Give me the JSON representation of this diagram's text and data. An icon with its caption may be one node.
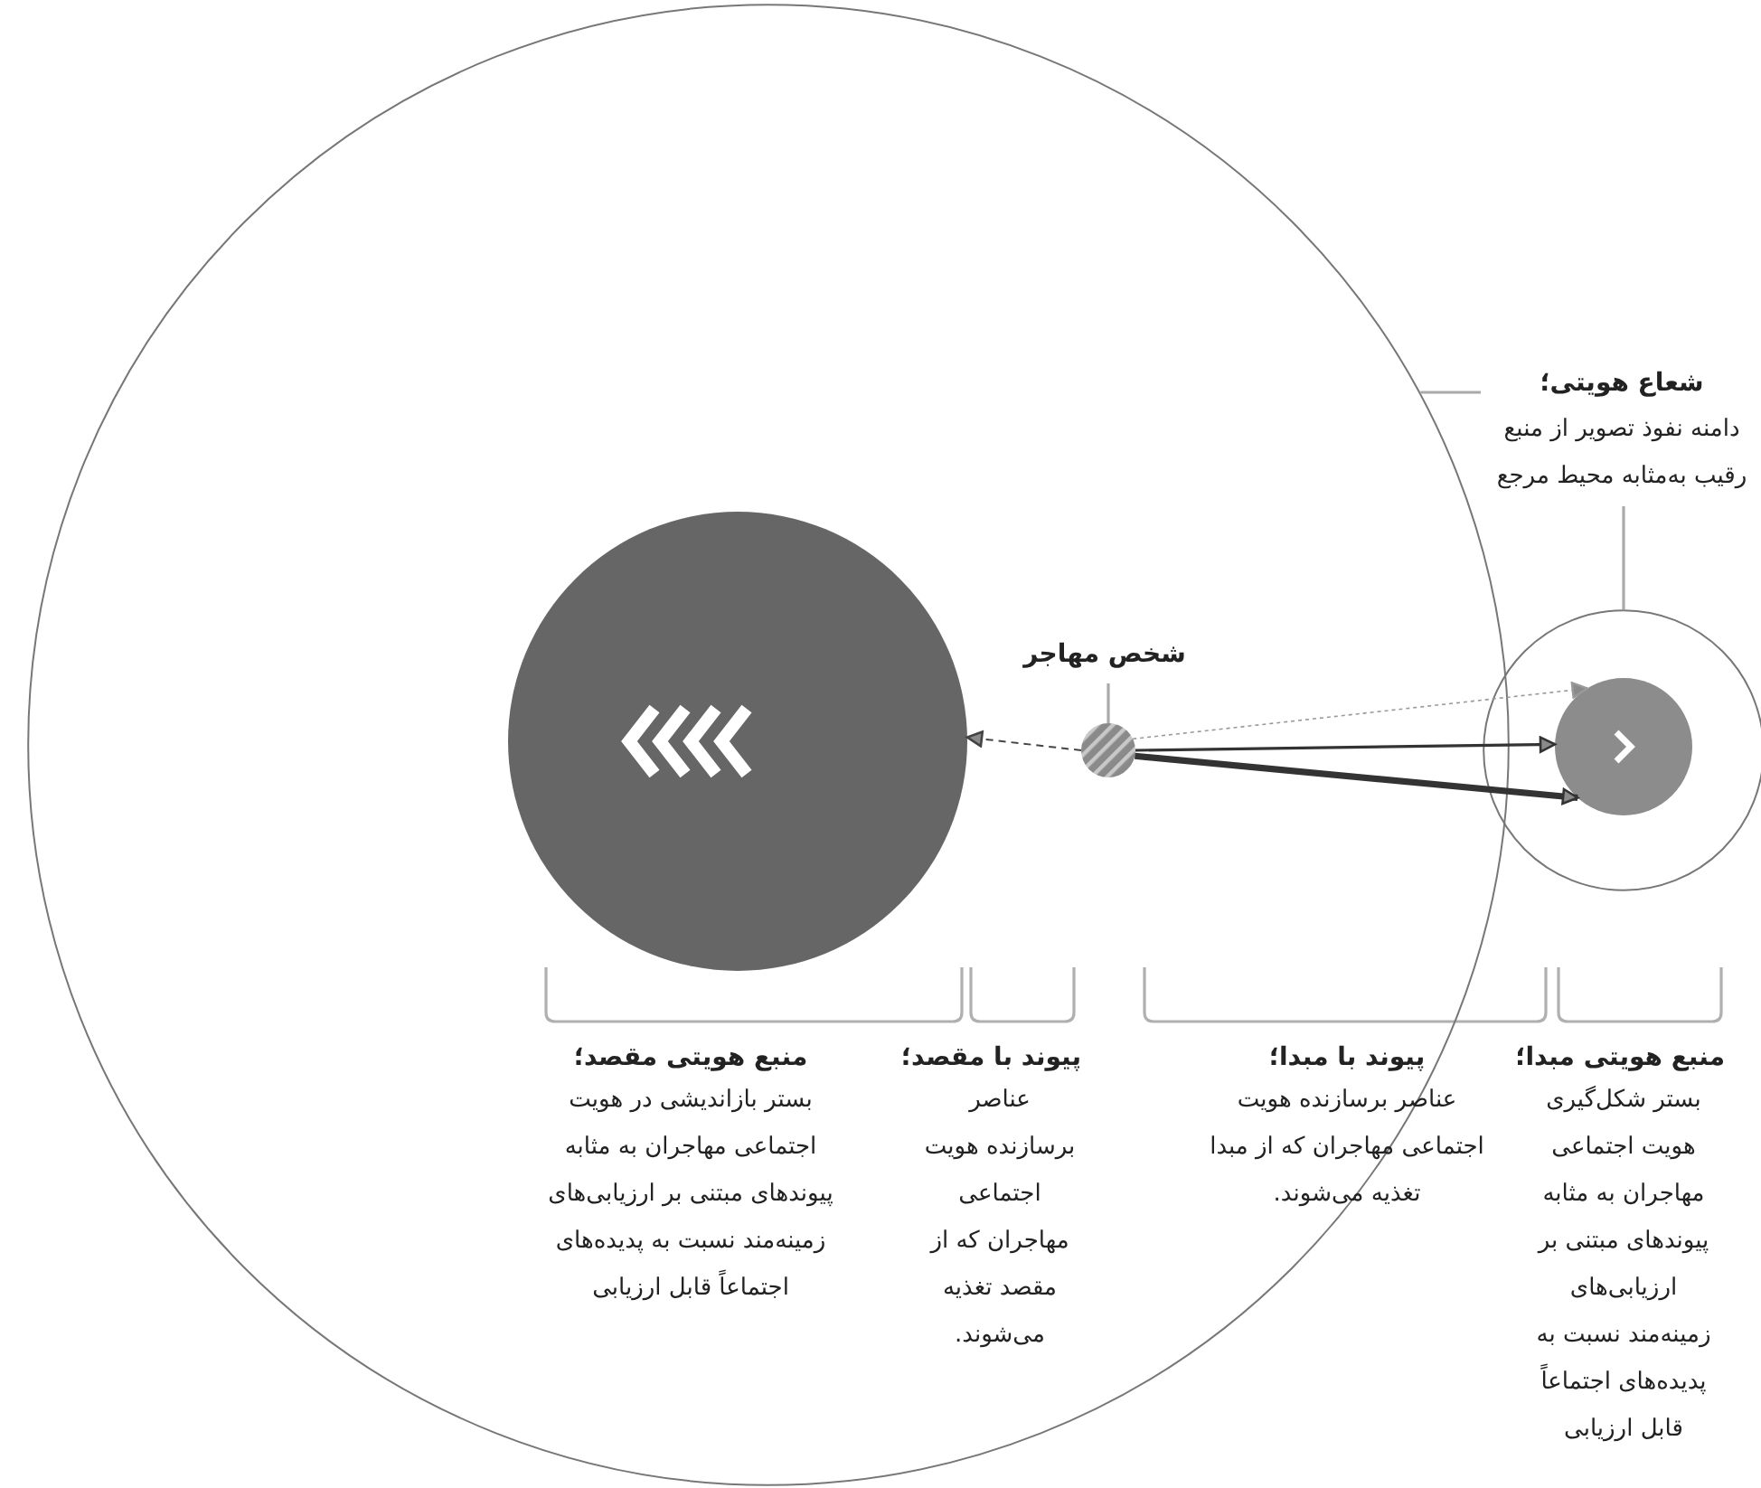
{
  "diagram": {
    "nodes": [
      {
        "text": [],
        "shape": "circle"
      },
      {
        "text": [
          "شعاع هویتی؛",
          "دامنه نفوذ تصویر از منبع رقیب به‌مثابه محیط مرجع"
        ]
      },
      {
        "text": [],
        "shape": "circle",
        "in": 0
      },
      {
        "text": [
          "شخص مهاجر"
        ],
        "in": 0
      },
      {
        "text": [],
        "shape": "circle",
        "in": 0
      },
      {
        "text": [],
        "shape": "circle"
      },
      {
        "text": [],
        "shape": "circle",
        "in": 5
      }
    ],
    "edges": [
      {
        "from": 1,
        "to": 0,
        "arrow": "none",
        "color": "#aaaaaa"
      },
      {
        "from": 1,
        "to": 5,
        "arrow": "none",
        "color": "#aaaaaa"
      },
      {
        "from": 3,
        "to": 4,
        "arrow": "none",
        "color": "#aaaaaa"
      },
      {
        "from": 4,
        "to": 2,
        "arrow": "to",
        "style": "dashed",
        "color": "#444444"
      },
      {
        "from": 4,
        "to": 6,
        "arrow": "to",
        "style": "dashed",
        "color": "#999999"
      },
      {
        "from": 4,
        "to": 6,
        "arrow": "to",
        "color": "#333333"
      },
      {
        "from": 4,
        "to": 6,
        "arrow": "to",
        "style": "thick",
        "color": "#333333"
      }
    ],
    "labels": [
      "منبع هویتی مبدا؛",
      "بستر شکل‌گیری هویت اجتماعی مهاجران به مثابه پیوندهای مبتنی بر ارزیابی‌های زمینه‌مند نسبت به پدیده‌های اجتماعاً قابل ارزیابی",
      "پیوند با مبدا؛",
      "عناصر برسازنده هویت اجتماعی مهاجران که از مبدا تغذیه می‌شوند.",
      "پیوند با مقصد؛",
      "عناصر برسازنده هویت اجتماعی مهاجران که از مقصد تغذیه می‌شوند.",
      "منبع هویتی مقصد؛",
      "بستر بازاندیشی در هویت اجتماعی مهاجران به مثابه پیوندهای مبتنی بر ارزیابی‌های زمینه‌مند نسبت به پدیده‌های اجتماعاً قابل ارزیابی"
    ]
  }
}
